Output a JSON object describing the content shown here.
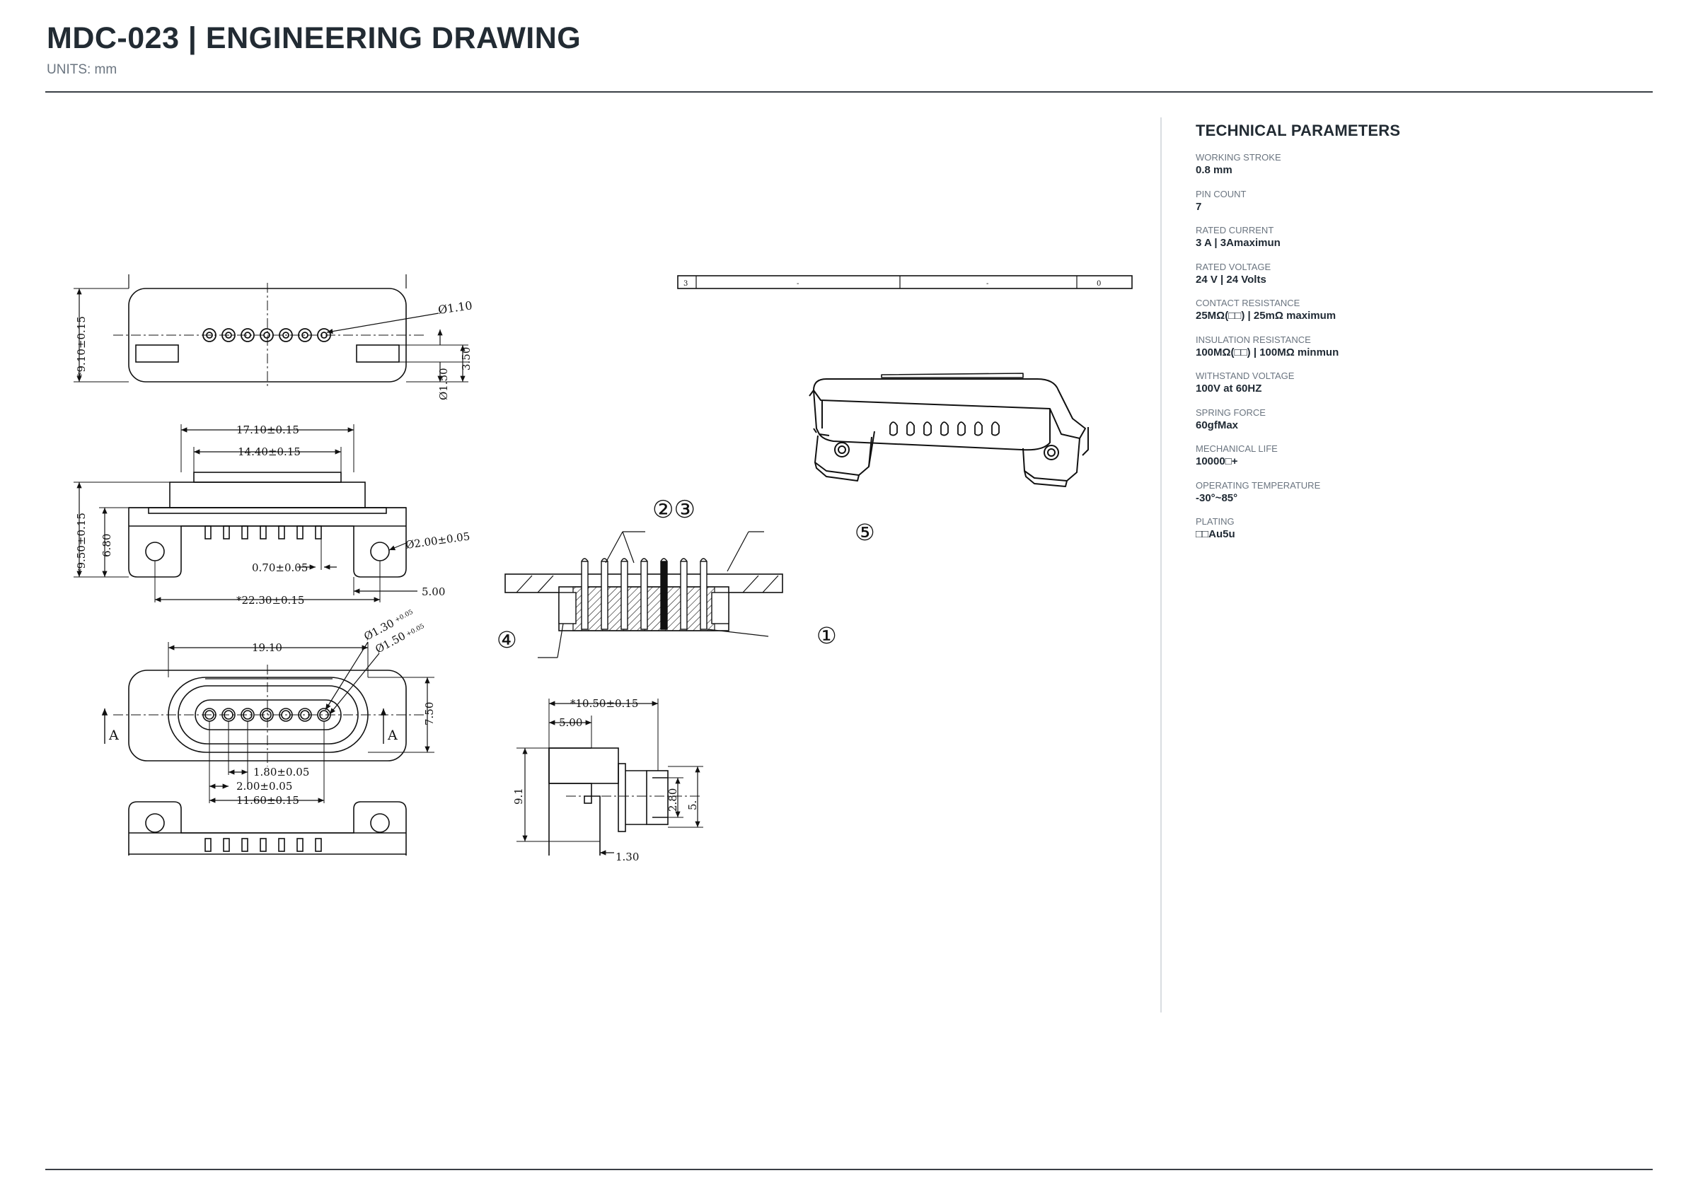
{
  "header": {
    "title": "MDC-023  |  ENGINEERING DRAWING",
    "units": "UNITS: mm"
  },
  "params": {
    "title": "TECHNICAL PARAMETERS",
    "items": [
      {
        "label": "WORKING STROKE",
        "value": "0.8 mm"
      },
      {
        "label": "PIN COUNT",
        "value": "7"
      },
      {
        "label": "RATED CURRENT",
        "value": "3 A | 3Amaximun"
      },
      {
        "label": "RATED VOLTAGE",
        "value": "24 V | 24 Volts"
      },
      {
        "label": "CONTACT RESISTANCE",
        "value": "25MΩ(□□) | 25mΩ maximum"
      },
      {
        "label": "INSULATION RESISTANCE",
        "value": "100MΩ(□□) | 100MΩ minmun"
      },
      {
        "label": "WITHSTAND VOLTAGE",
        "value": "100V at 60HZ"
      },
      {
        "label": "SPRING FORCE",
        "value": "60gfMax"
      },
      {
        "label": "MECHANICAL LIFE",
        "value": "10000□+"
      },
      {
        "label": "OPERATING TEMPERATURE",
        "value": "-30°~85°"
      },
      {
        "label": "PLATING",
        "value": "□□Au5u"
      }
    ]
  },
  "drawing": {
    "dims": {
      "d_pin_hole": "Ø1.10",
      "h_top": "*9.10±0.15",
      "d_3_50": "3.50",
      "d_1_50": "Ø1.50",
      "w_17_10": "17.10±0.15",
      "w_14_40": "14.40±0.15",
      "h_side": "*9.50±0.15",
      "h_6_80": "6.80",
      "d_mount_hole": "Ø2.00±0.05",
      "w_0_70": "0.70±0.05",
      "w_5_00": "5.00",
      "w_22_30": "*22.30±0.15",
      "w_19_10": "19.10",
      "d_1_30": "Ø1.30",
      "d_1_30_tol": "+0.05",
      "d_1_50_tol": "+0.05",
      "h_7_50": "7.50",
      "w_1_80": "1.80±0.05",
      "w_2_00": "2.00±0.05",
      "w_11_60": "11.60±0.15",
      "section_mark": "A",
      "w_10_50": "*10.50±0.15",
      "w_5_00b": "5.00",
      "h_9_1": "9.1",
      "h_2_80": "2.80",
      "h_5": "5.",
      "w_1_30": "1.30"
    },
    "title_block": {
      "cell_1": "3",
      "cell_2": "-",
      "cell_3": "-",
      "cell_4": "0"
    },
    "callouts": {
      "c1": "①",
      "c23": "②③",
      "c4": "④",
      "c5": "⑤"
    }
  }
}
